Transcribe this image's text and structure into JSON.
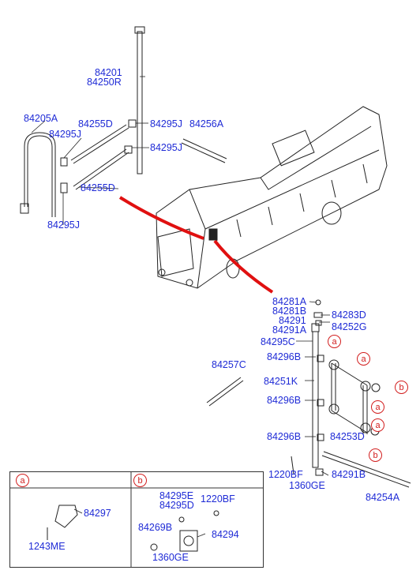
{
  "labels": {
    "p84201": "84201",
    "p84250R": "84250R",
    "p84205A": "84205A",
    "p84295J_a": "84295J",
    "p84255D_top": "84255D",
    "p84295J_b": "84295J",
    "p84256A": "84256A",
    "p84295J_c": "84295J",
    "p84255D_bot": "84255D",
    "p84295J_d": "84295J",
    "p84281A": "84281A",
    "p84281B": "84281B",
    "p84283D": "84283D",
    "p84291": "84291",
    "p84291A": "84291A",
    "p84252G": "84252G",
    "p84295C": "84295C",
    "p84296B_1": "84296B",
    "p84257C": "84257C",
    "p84251K": "84251K",
    "p84296B_2": "84296B",
    "p84296B_3": "84296B",
    "p84253D": "84253D",
    "p1220BF": "1220BF",
    "p1360GE": "1360GE",
    "p84291B": "84291B",
    "p84254A": "84254A"
  },
  "callouts": {
    "a": "a",
    "b": "b"
  },
  "legend": {
    "a": {
      "tag": "a",
      "part1": "84297",
      "part2": "1243ME"
    },
    "b": {
      "tag": "b",
      "part1": "84295E",
      "part2": "84295D",
      "part3": "1220BF",
      "part4": "84269B",
      "part5": "84294",
      "part6": "1360GE"
    }
  },
  "colors": {
    "label": "#1f2bd6",
    "callout": "#d21e1e",
    "line": "#222222",
    "arrow": "#e01010"
  }
}
